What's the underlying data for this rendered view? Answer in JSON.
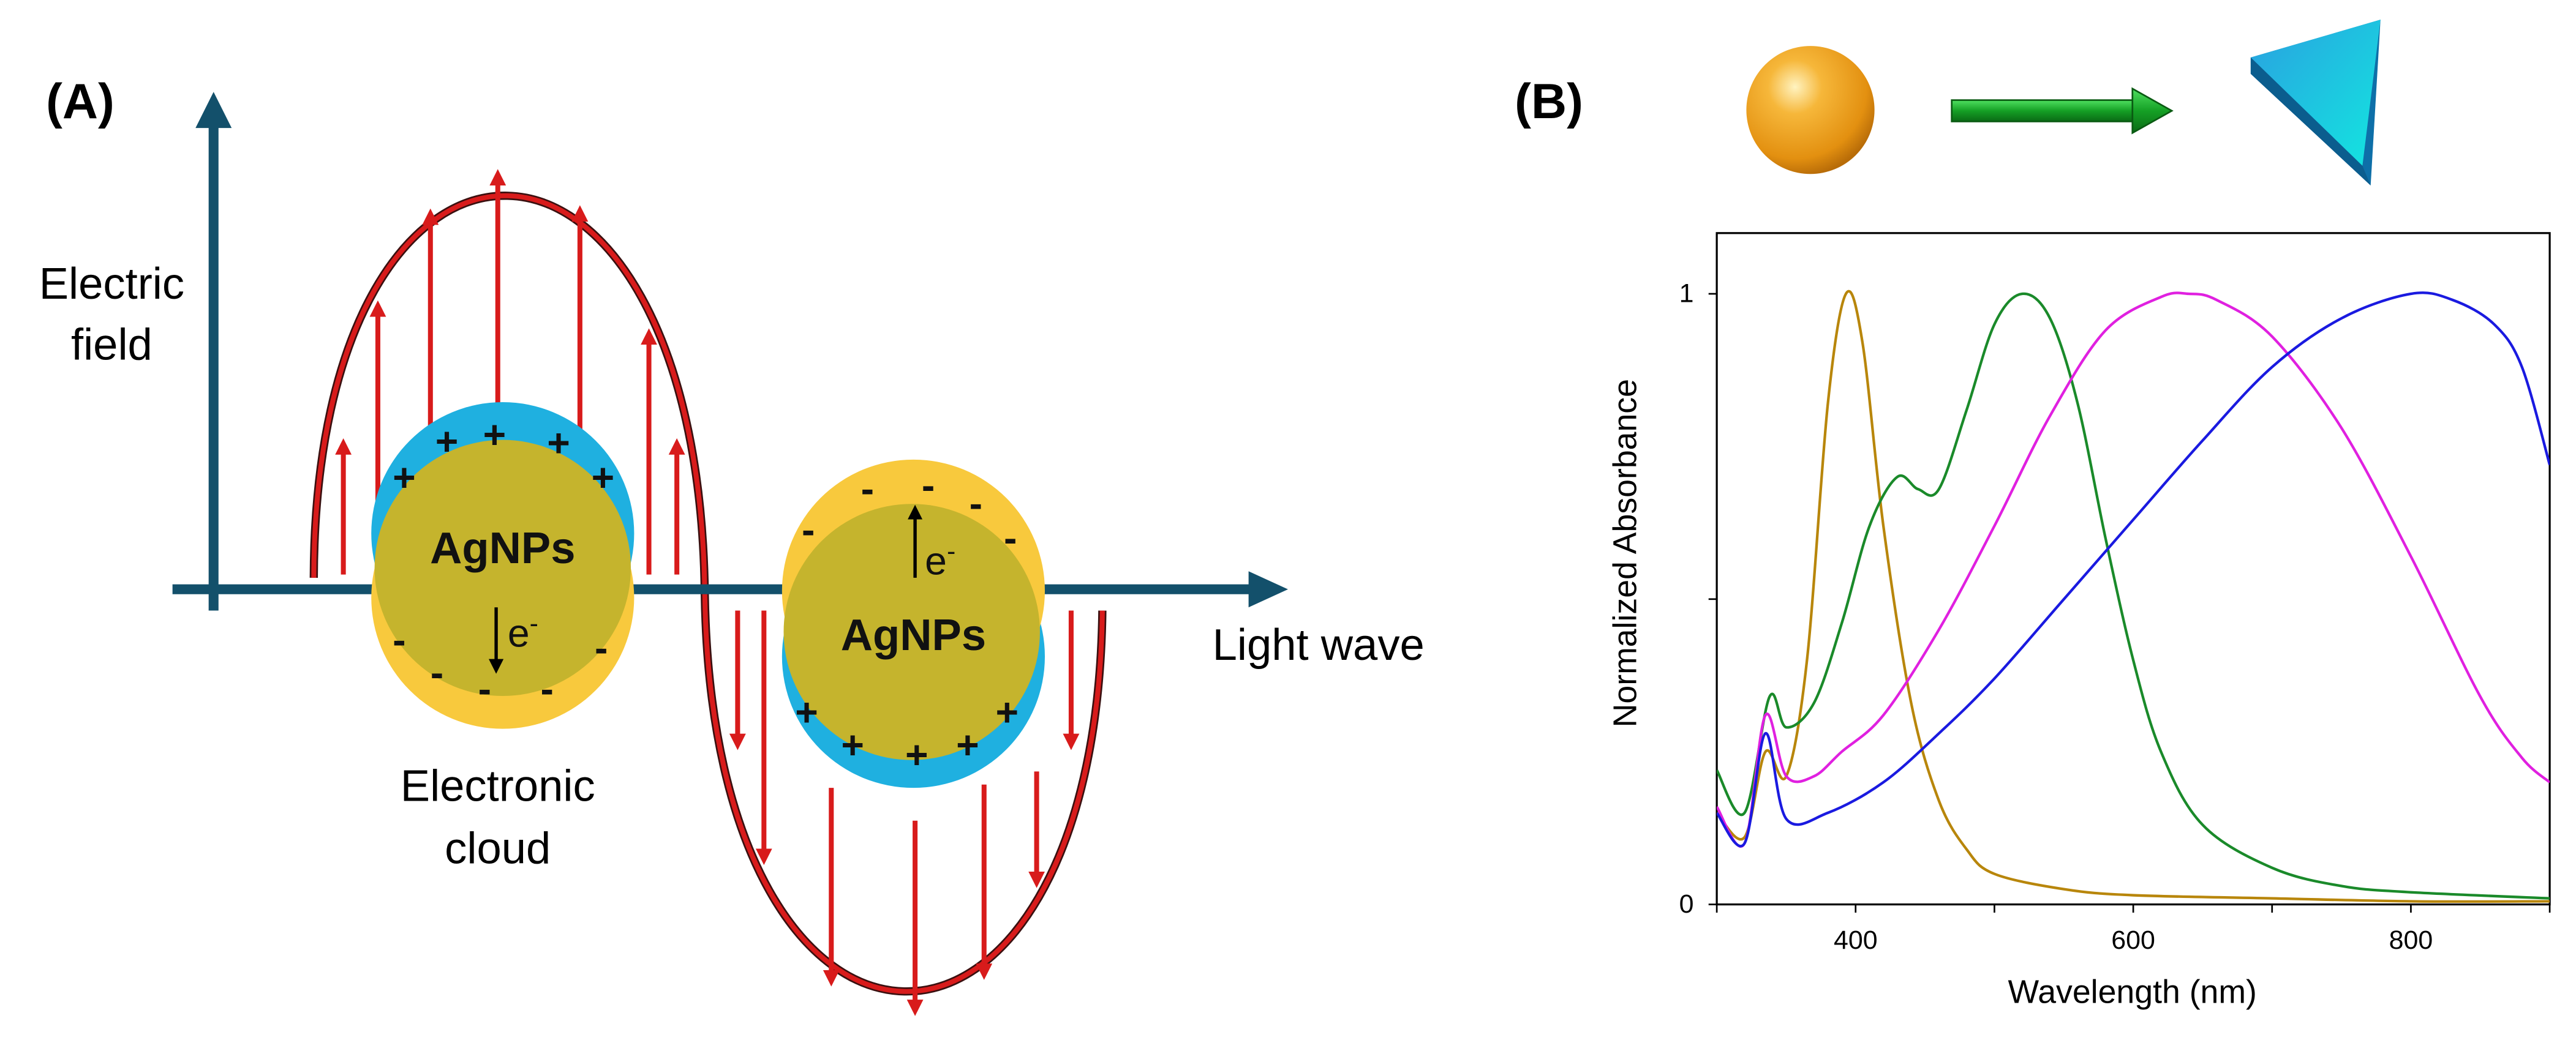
{
  "panel_a": {
    "label": "(A)",
    "y_axis_label_line1": "Electric",
    "y_axis_label_line2": "field",
    "x_axis_label": "Light wave",
    "particle_left_label": "AgNPs",
    "particle_right_label": "AgNPs",
    "electron_label": "e",
    "electron_sup": "-",
    "plus_sign": "+",
    "minus_sign": "-",
    "caption_line1": "Electronic",
    "caption_line2": "cloud",
    "colors": {
      "wave": "#d81b1b",
      "axis": "#13506b",
      "positive_cloud": "#1fb0e0",
      "negative_cloud": "#f8c93d",
      "particle_core": "#c5b42d"
    }
  },
  "panel_b": {
    "label": "(B)",
    "icons": [
      "gold-sphere-icon",
      "green-arrow-icon",
      "blue-triangle-prism-icon"
    ],
    "chart_data": {
      "type": "line",
      "xlabel": "Wavelength (nm)",
      "ylabel": "Normalized Absorbance",
      "xlim": [
        300,
        900
      ],
      "ylim": [
        0,
        1.1
      ],
      "xticks": [
        400,
        600,
        800
      ],
      "yticks": [
        0,
        1
      ],
      "grid": false,
      "series": [
        {
          "color": "#b8860b",
          "x": [
            300,
            320,
            335,
            350,
            365,
            380,
            393,
            405,
            420,
            440,
            460,
            480,
            500,
            550,
            600,
            700,
            800,
            900
          ],
          "y": [
            0.15,
            0.11,
            0.25,
            0.21,
            0.4,
            0.82,
            1.0,
            0.92,
            0.62,
            0.33,
            0.17,
            0.09,
            0.05,
            0.025,
            0.015,
            0.01,
            0.005,
            0.005
          ]
        },
        {
          "color": "#1a8a2a",
          "x": [
            300,
            320,
            338,
            350,
            370,
            390,
            410,
            430,
            445,
            460,
            480,
            500,
            520,
            540,
            560,
            580,
            600,
            620,
            650,
            700,
            750,
            800,
            900
          ],
          "y": [
            0.22,
            0.15,
            0.34,
            0.29,
            0.33,
            0.46,
            0.62,
            0.7,
            0.68,
            0.68,
            0.81,
            0.95,
            1.0,
            0.96,
            0.82,
            0.6,
            0.4,
            0.25,
            0.13,
            0.06,
            0.03,
            0.02,
            0.01
          ]
        },
        {
          "color": "#e020e0",
          "x": [
            300,
            320,
            335,
            350,
            370,
            390,
            420,
            460,
            500,
            540,
            580,
            620,
            640,
            660,
            700,
            750,
            800,
            850,
            880,
            900
          ],
          "y": [
            0.16,
            0.1,
            0.31,
            0.21,
            0.21,
            0.25,
            0.31,
            0.45,
            0.62,
            0.8,
            0.94,
            0.995,
            1.0,
            0.99,
            0.93,
            0.78,
            0.57,
            0.34,
            0.24,
            0.2
          ]
        },
        {
          "color": "#1a1ae0",
          "x": [
            300,
            320,
            335,
            350,
            380,
            420,
            460,
            500,
            550,
            600,
            650,
            700,
            750,
            800,
            830,
            860,
            880,
            900
          ],
          "y": [
            0.15,
            0.1,
            0.28,
            0.14,
            0.15,
            0.2,
            0.28,
            0.37,
            0.5,
            0.63,
            0.76,
            0.88,
            0.96,
            1.0,
            0.99,
            0.95,
            0.88,
            0.72
          ]
        }
      ]
    }
  }
}
